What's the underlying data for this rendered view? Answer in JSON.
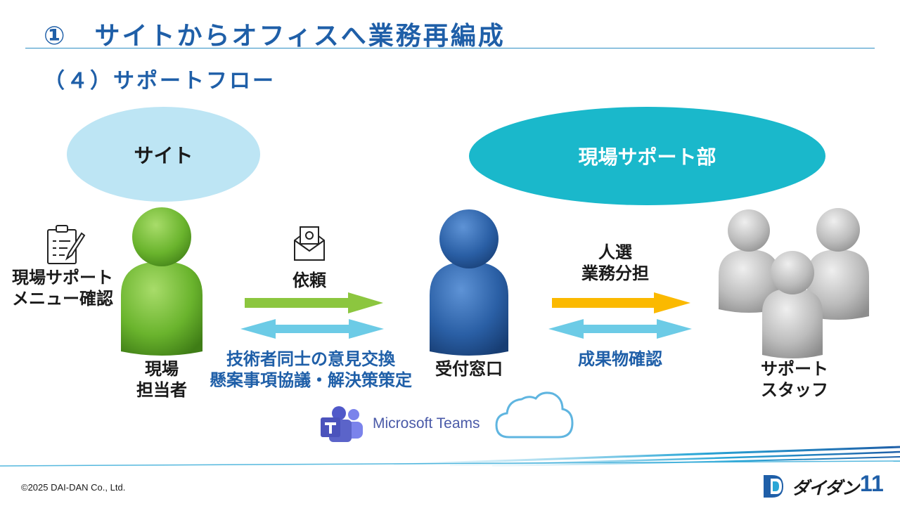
{
  "header": {
    "title": "①　サイトからオフィスへ業務再編成",
    "subtitle": "（４）サポートフロー"
  },
  "groups": {
    "site": "サイト",
    "support_dept": "現場サポート部"
  },
  "nodes": {
    "menu_check": [
      "現場サポート",
      "メニュー確認"
    ],
    "site_manager": [
      "現場",
      "担当者"
    ],
    "reception": "受付窓口",
    "support_staff": [
      "サポート",
      "スタッフ"
    ]
  },
  "edges": {
    "request": "依頼",
    "exchange": [
      "技術者同士の意見交換",
      "懸案事項協議・解決策策定"
    ],
    "assign": [
      "人選",
      "業務分担"
    ],
    "confirm": "成果物確認"
  },
  "tools": {
    "teams": "Microsoft Teams"
  },
  "footer": {
    "copyright": "©2025 DAI-DAN Co., Ltd.",
    "logo": "ダイダン",
    "page": "11"
  },
  "colors": {
    "title": "#1f5fa8",
    "site_person": "#6ab42d",
    "reception_person": "#2a5fa5",
    "staff_person": "#b5b5b5",
    "arrow_green": "#8cc63f",
    "arrow_cyan": "#6ccbe6",
    "arrow_yellow": "#fbb900",
    "support_ellipse": "#1ab8cb",
    "site_ellipse": "#bde5f4"
  },
  "icons": [
    "clipboard-checklist-icon",
    "mail-envelope-icon",
    "teams-logo-icon",
    "cloud-icon",
    "daidan-logo-icon"
  ]
}
